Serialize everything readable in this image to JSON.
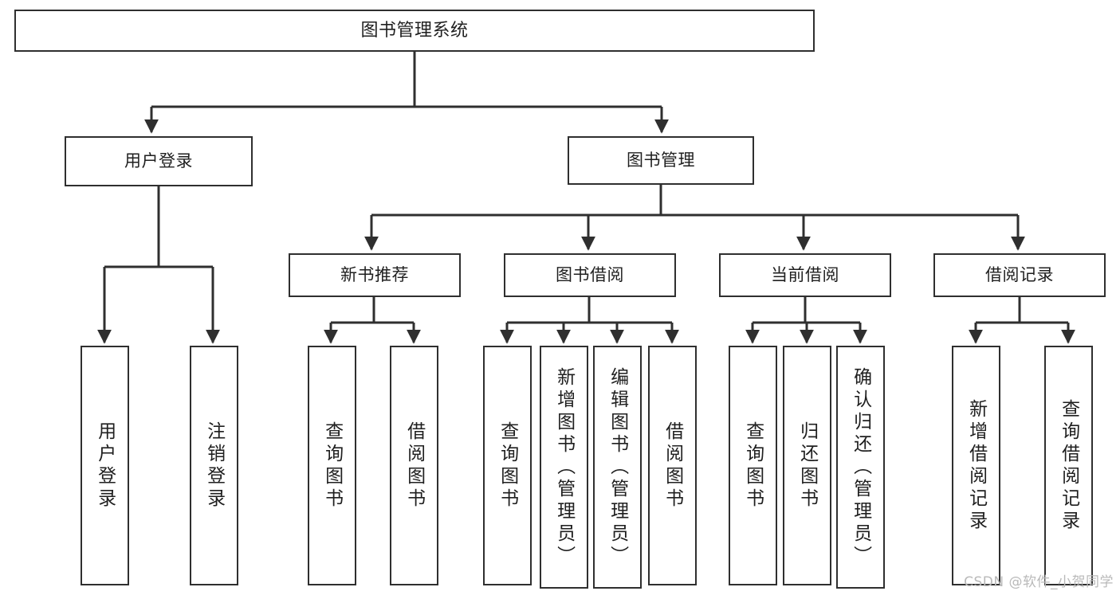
{
  "diagram": {
    "title": "图书管理系统",
    "type": "tree",
    "orientation": "top-down",
    "colors": {
      "stroke": "#2f2f2f",
      "fill": "#ffffff",
      "text": "#1f1f1f",
      "watermark": "#b9b9b9",
      "background": "#ffffff"
    }
  },
  "watermark": {
    "text": "CSDN @软件_小贺同学"
  },
  "nodes": {
    "root": {
      "label": "图书管理系统"
    },
    "level1": [
      {
        "label": "用户登录"
      },
      {
        "label": "图书管理"
      }
    ],
    "level2": [
      {
        "label": "新书推荐"
      },
      {
        "label": "图书借阅"
      },
      {
        "label": "当前借阅"
      },
      {
        "label": "借阅记录"
      }
    ],
    "leaves": {
      "user_login": [
        {
          "label": "用户登录"
        },
        {
          "label": "注销登录"
        }
      ],
      "new_book_recommend": [
        {
          "label": "查询图书"
        },
        {
          "label": "借阅图书"
        }
      ],
      "book_borrow": [
        {
          "label": "查询图书"
        },
        {
          "label": "新增图书（管理员）"
        },
        {
          "label": "编辑图书（管理员）"
        },
        {
          "label": "借阅图书"
        }
      ],
      "current_borrow": [
        {
          "label": "查询图书"
        },
        {
          "label": "归还图书"
        },
        {
          "label": "确认归还（管理员）"
        }
      ],
      "borrow_record": [
        {
          "label": "新增借阅记录"
        },
        {
          "label": "查询借阅记录"
        }
      ]
    }
  }
}
